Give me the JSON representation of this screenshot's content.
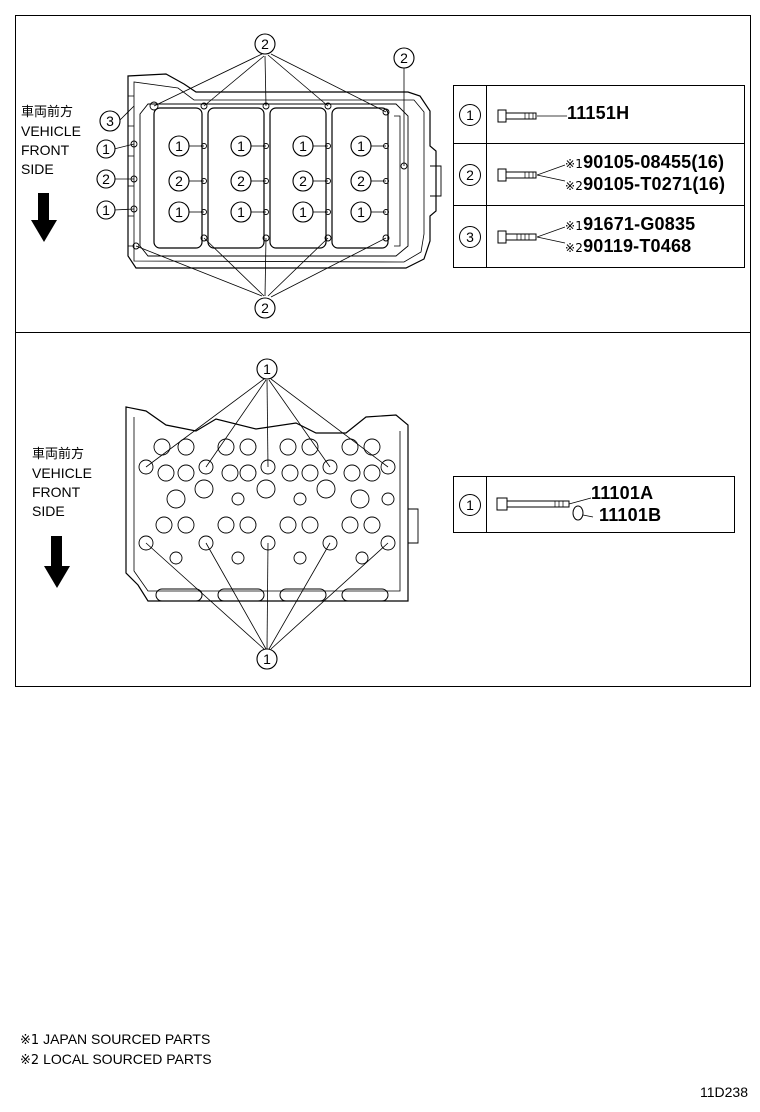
{
  "top_panel": {
    "direction": {
      "jp": "車両前方",
      "line1": "VEHICLE",
      "line2": "FRONT",
      "line3": "SIDE"
    },
    "callouts": {
      "c1": "1",
      "c2": "2",
      "c3": "3"
    },
    "legend": [
      {
        "num": "1",
        "parts": [
          {
            "mark": "",
            "pn": "11151H"
          }
        ]
      },
      {
        "num": "2",
        "parts": [
          {
            "mark": "※1",
            "pn": "90105-08455(16)"
          },
          {
            "mark": "※2",
            "pn": "90105-T0271(16)"
          }
        ]
      },
      {
        "num": "3",
        "parts": [
          {
            "mark": "※1",
            "pn": "91671-G0835"
          },
          {
            "mark": "※2",
            "pn": "90119-T0468"
          }
        ]
      }
    ]
  },
  "bottom_panel": {
    "direction": {
      "jp": "車両前方",
      "line1": "VEHICLE",
      "line2": "FRONT",
      "line3": "SIDE"
    },
    "callouts": {
      "c1": "1"
    },
    "legend": [
      {
        "num": "1",
        "parts": [
          {
            "mark": "",
            "pn": "11101A"
          },
          {
            "mark": "",
            "pn": "11101B"
          }
        ]
      }
    ]
  },
  "footnotes": [
    {
      "mark": "※1",
      "text": "JAPAN SOURCED PARTS"
    },
    {
      "mark": "※2",
      "text": "LOCAL SOURCED PARTS"
    }
  ],
  "figure_code": "11D238"
}
